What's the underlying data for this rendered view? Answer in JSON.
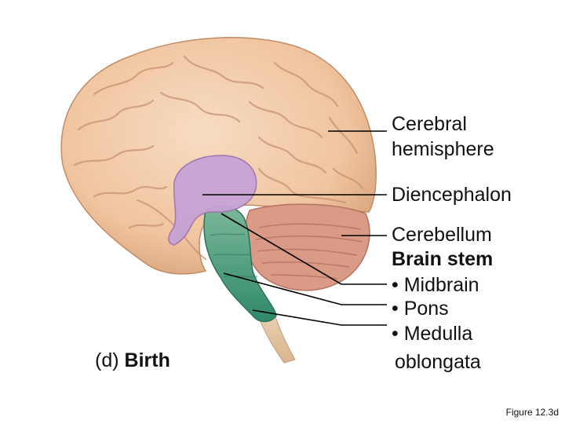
{
  "labels": {
    "cerebral_line1": "Cerebral",
    "cerebral_line2": "hemisphere",
    "diencephalon": "Diencephalon",
    "cerebellum": "Cerebellum",
    "brain_stem": "Brain stem",
    "midbrain": "• Midbrain",
    "pons": "• Pons",
    "medulla_line1": "• Medulla",
    "medulla_line2": "oblongata"
  },
  "stage_label": {
    "letter": "(d)",
    "text": "Birth"
  },
  "figure_number": "Figure 12.3d",
  "colors": {
    "cerebrum": "#f2c9a6",
    "cerebrum_shadow": "#d9a47e",
    "diencephalon": "#c6a3d6",
    "cerebellum": "#d99a86",
    "brain_stem": "#3e9a78",
    "spinal_cord": "#e7c8a4",
    "leader_line": "#000000"
  }
}
